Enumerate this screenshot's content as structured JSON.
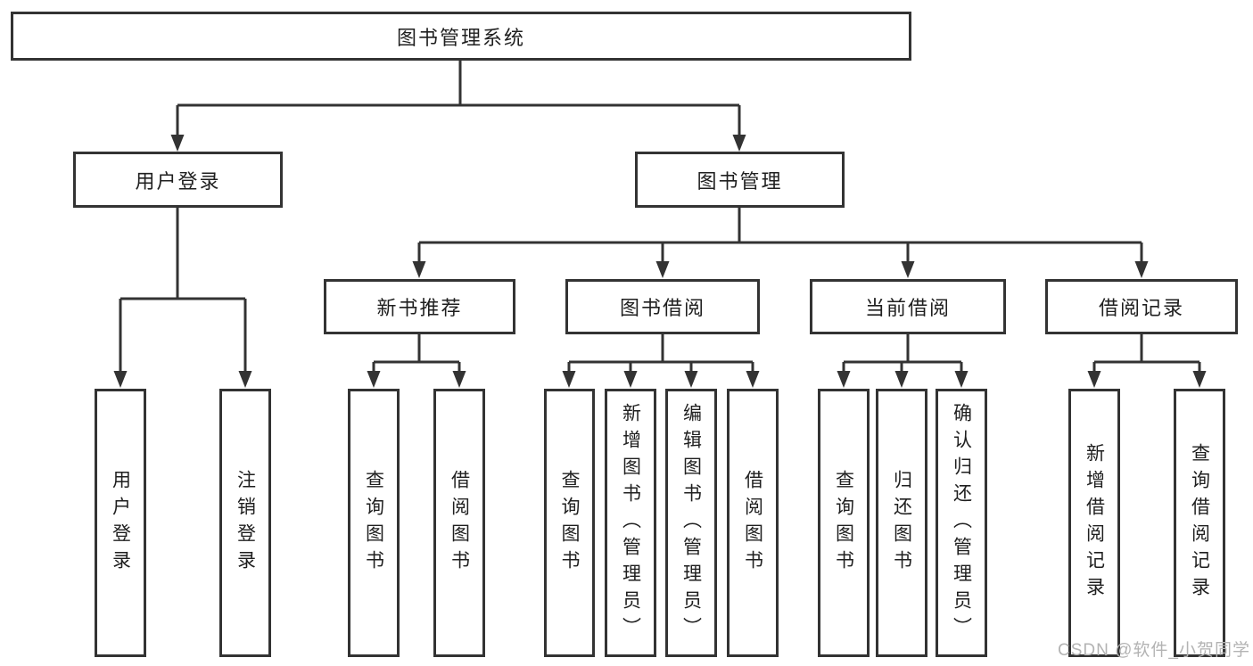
{
  "tree": {
    "root": {
      "label": "图书管理系统"
    },
    "branches": [
      {
        "label": "用户登录",
        "leaves": [
          "用户登录",
          "注销登录"
        ]
      },
      {
        "label": "图书管理",
        "groups": [
          {
            "label": "新书推荐",
            "leaves": [
              "查询图书",
              "借阅图书"
            ]
          },
          {
            "label": "图书借阅",
            "leaves": [
              "查询图书",
              "新增图书（管理员）",
              "编辑图书（管理员）",
              "借阅图书"
            ]
          },
          {
            "label": "当前借阅",
            "leaves": [
              "查询图书",
              "归还图书",
              "确认归还（管理员）"
            ]
          },
          {
            "label": "借阅记录",
            "leaves": [
              "新增借阅记录",
              "查询借阅记录"
            ]
          }
        ]
      }
    ]
  },
  "watermark": {
    "text": "CSDN @软件_小贺同学"
  },
  "colors": {
    "line": "#333333",
    "box_border": "#333333",
    "text": "#1f1f1f",
    "watermark": "#b3b3b3",
    "background": "#ffffff"
  }
}
